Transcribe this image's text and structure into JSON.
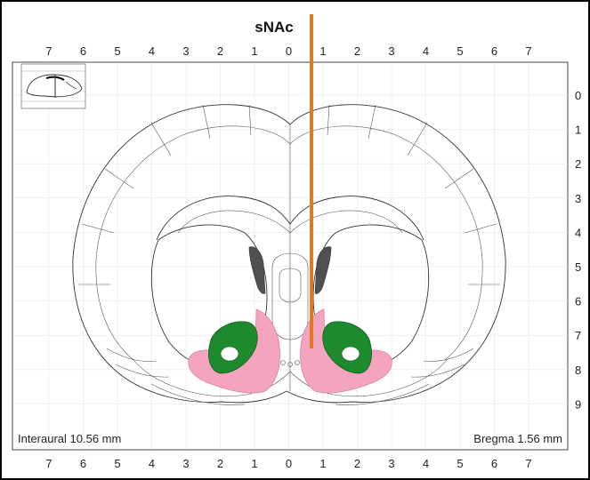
{
  "title": "sNAc",
  "top_axis": [
    "7",
    "6",
    "5",
    "4",
    "3",
    "2",
    "1",
    "0",
    "1",
    "2",
    "3",
    "4",
    "5",
    "6",
    "7"
  ],
  "bottom_axis": [
    "7",
    "6",
    "5",
    "4",
    "3",
    "2",
    "1",
    "0",
    "1",
    "2",
    "3",
    "4",
    "5",
    "6",
    "7"
  ],
  "right_axis": [
    "0",
    "1",
    "2",
    "3",
    "4",
    "5",
    "6",
    "7",
    "8",
    "9"
  ],
  "interaural_label": "Interaural 10.56 mm",
  "bregma_label": "Bregma 1.56 mm",
  "colors": {
    "probe": "#e07a22",
    "core": "#1e8a2e",
    "shell": "#f3a5c0",
    "ventricle": "#505050",
    "border": "#000000"
  }
}
